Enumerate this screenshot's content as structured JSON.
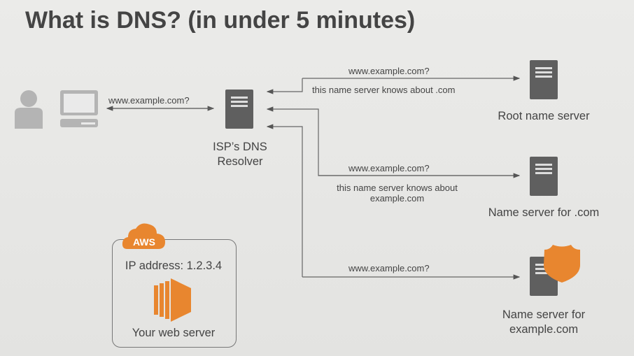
{
  "title": "What is DNS? (in under 5 minutes)",
  "client_query": "www.example.com?",
  "resolver_label": "ISP’s DNS Resolver",
  "root": {
    "query": "www.example.com?",
    "response": "this name server knows about .com",
    "label": "Root name server"
  },
  "com": {
    "query": "www.example.com?",
    "response_line1": "this name server knows about",
    "response_line2": "example.com",
    "label": "Name server for .com"
  },
  "auth": {
    "query": "www.example.com?",
    "label_line1": "Name server for",
    "label_line2": "example.com"
  },
  "aws": {
    "badge": "AWS",
    "ip": "IP address: 1.2.3.4",
    "label": "Your web server"
  },
  "colors": {
    "orange": "#e8862f",
    "server": "#5f5f5f",
    "icon_gray": "#b4b4b4"
  }
}
